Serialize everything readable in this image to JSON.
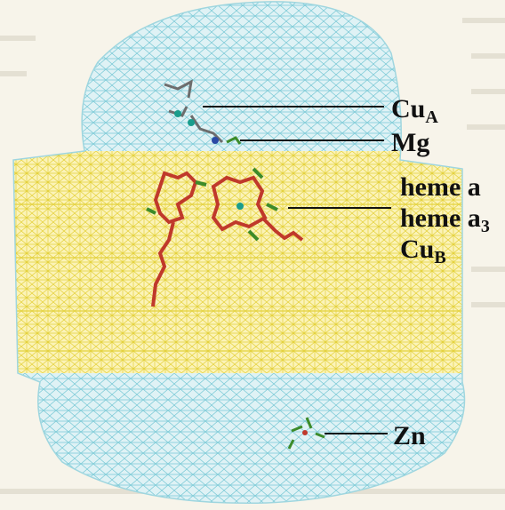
{
  "diagram": {
    "labels": [
      {
        "id": "cua",
        "main": "Cu",
        "sub": "A"
      },
      {
        "id": "mg",
        "main": "Mg",
        "sub": ""
      },
      {
        "id": "heme-a",
        "main": "heme a",
        "sub": ""
      },
      {
        "id": "heme-a3",
        "main": "heme a",
        "sub": "3"
      },
      {
        "id": "cub",
        "main": "Cu",
        "sub": "B"
      },
      {
        "id": "zn",
        "main": "Zn",
        "sub": ""
      }
    ],
    "colors": {
      "membrane_mesh": "#e9d94a",
      "aqueous_mesh": "#79c9d6",
      "heme": "#c0392b",
      "ligand": "#3d8b2a",
      "leader_line": "#111111",
      "background": "#f7f4ea"
    }
  }
}
